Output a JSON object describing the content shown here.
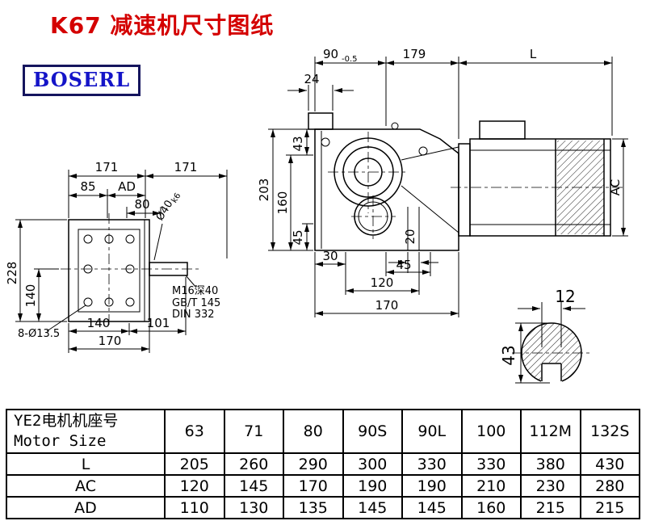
{
  "title": "K67 减速机尺寸图纸",
  "logo": "BOSERL",
  "front": {
    "d90": "90",
    "d90_tol": "-0.5",
    "d179": "179",
    "dL": "L",
    "d24": "24",
    "d43": "43",
    "d203": "203",
    "d160": "160",
    "d45_left": "45",
    "d30": "30",
    "d20": "20",
    "d45_bottom": "45",
    "d120": "120",
    "d170": "170",
    "dAC": "AC"
  },
  "side": {
    "d171_left": "171",
    "d171_right": "171",
    "d85": "85",
    "dAD": "AD",
    "d80": "80",
    "shaft_dia": "Ø40",
    "shaft_fit": "k6",
    "d228": "228",
    "d140_left": "140",
    "bolt_holes": "8-Ø13.5",
    "d140_bottom": "140",
    "d101": "101",
    "d170": "170",
    "thread_note_1": "M16深40",
    "thread_note_2": "GB/T 145",
    "thread_note_3": "DIN 332"
  },
  "shaft_end": {
    "d12": "12",
    "d43": "43"
  },
  "table": {
    "motor_label_cn": "YE2电机机座号",
    "motor_label_en": "Motor Size",
    "sizes": [
      "63",
      "71",
      "80",
      "90S",
      "90L",
      "100",
      "112M",
      "132S"
    ],
    "rows": [
      {
        "label": "L",
        "values": [
          "205",
          "260",
          "290",
          "300",
          "330",
          "330",
          "380",
          "430"
        ]
      },
      {
        "label": "AC",
        "values": [
          "120",
          "145",
          "170",
          "190",
          "190",
          "210",
          "230",
          "280"
        ]
      },
      {
        "label": "AD",
        "values": [
          "110",
          "130",
          "135",
          "145",
          "145",
          "160",
          "215",
          "215"
        ]
      }
    ]
  }
}
